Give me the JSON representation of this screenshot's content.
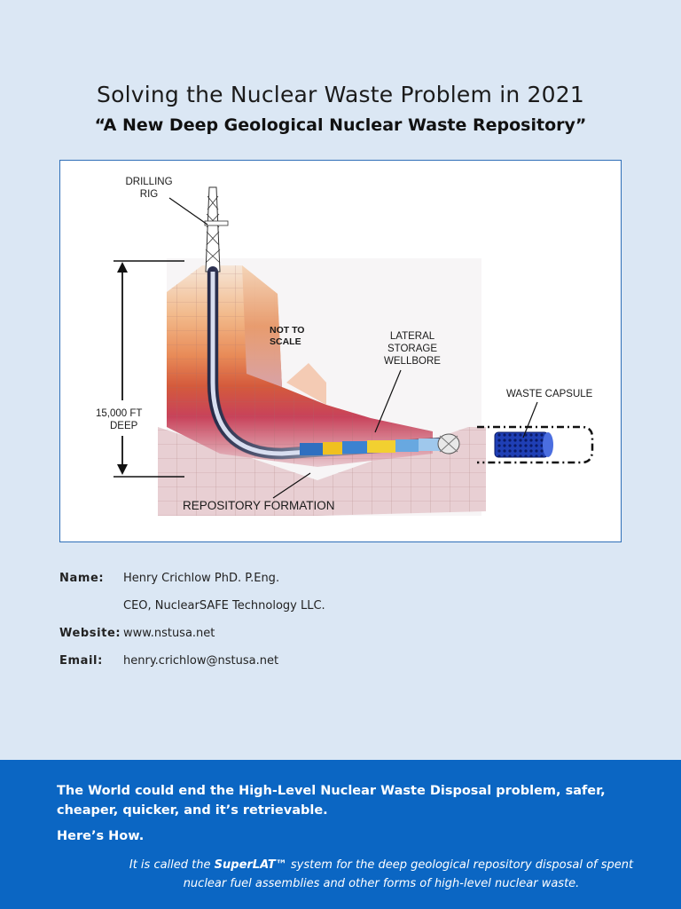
{
  "header": {
    "title": "Solving the Nuclear Waste Problem in 2021",
    "subtitle": "“A New Deep Geological Nuclear Waste Repository”"
  },
  "figure": {
    "labels": {
      "drilling_rig_line1": "DRILLING",
      "drilling_rig_line2": "RIG",
      "not_to_scale_line1": "NOT TO",
      "not_to_scale_line2": "SCALE",
      "lateral_line1": "LATERAL",
      "lateral_line2": "STORAGE",
      "lateral_line3": "WELLBORE",
      "waste_capsule": "WASTE CAPSULE",
      "depth_line1": "15,000 FT",
      "depth_line2": "DEEP",
      "repository_formation": "REPOSITORY FORMATION"
    }
  },
  "contact": {
    "name_label": "Name:",
    "name_value": "Henry Crichlow PhD.  P.Eng.",
    "title_value": "CEO, NuclearSAFE Technology LLC.",
    "website_label": "Website:",
    "website_value": "www.nstusa.net",
    "email_label": "Email:",
    "email_value": "henry.crichlow@nstusa.net"
  },
  "banner": {
    "main": "The World could end the High-Level Nuclear Waste Disposal problem, safer, cheaper, quicker, and it’s retrievable.",
    "how": "Here’s How.",
    "italic_prefix": "It is called the ",
    "italic_brand": "SuperLAT™",
    "italic_suffix": " system for the deep geological repository disposal of spent nuclear fuel assemblies and other forms of high-level nuclear waste.",
    "colors": {
      "background": "#0b66c3",
      "text": "#ffffff"
    }
  }
}
